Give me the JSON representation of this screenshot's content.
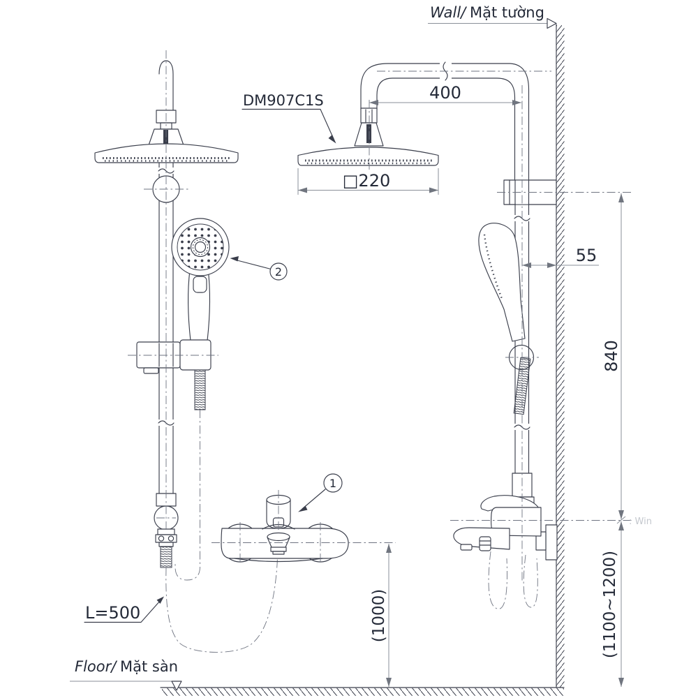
{
  "drawing": {
    "product_code": "DM907C1S",
    "labels": {
      "wall_en": "Wall/",
      "wall_vi": "Mặt tường",
      "floor_en": "Floor/",
      "floor_vi": "Mặt sàn"
    },
    "dims": {
      "arm_length": "400",
      "head_width": "□220",
      "wall_offset": "55",
      "bracket_to_mixer": "840",
      "install_height": "(1100~1200)",
      "mixer_to_floor": "(1000)",
      "hose_length": "L=500"
    },
    "callouts": {
      "mixer": "1",
      "hand_shower": "2"
    },
    "watermark": ": Win",
    "colors": {
      "line": "#3a3e4b",
      "dimension": "#8a8f99",
      "text": "#242a38",
      "watermark": "#c4c8ce"
    }
  }
}
